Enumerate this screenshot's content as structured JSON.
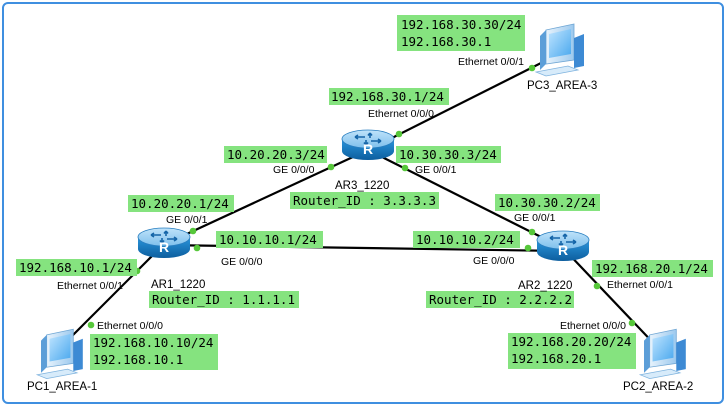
{
  "devices": {
    "pc3": "PC3_AREA-3",
    "ar3": "AR3_1220",
    "ar1": "AR1_1220",
    "ar2": "AR2_1220",
    "pc1": "PC1_AREA-1",
    "pc2": "PC2_AREA-2"
  },
  "router_ids": {
    "ar3": "Router_ID : 3.3.3.3",
    "ar1": "Router_ID : 1.1.1.1",
    "ar2": "Router_ID : 2.2.2.2"
  },
  "addresses": {
    "pc3_ip": "192.168.30.30/24",
    "pc3_gw": "192.168.30.1",
    "ar3_e000": "192.168.30.1/24",
    "ar3_ge000": "10.20.20.3/24",
    "ar3_ge001": "10.30.30.3/24",
    "ar1_ge001": "10.20.20.1/24",
    "ar1_ge000": "10.10.10.1/24",
    "ar2_ge000": "10.10.10.2/24",
    "ar2_ge001": "10.30.30.2/24",
    "ar1_e001": "192.168.10.1/24",
    "ar2_e001": "192.168.20.1/24",
    "pc1_ip": "192.168.10.10/24",
    "pc1_gw": "192.168.10.1",
    "pc2_ip": "192.168.20.20/24",
    "pc2_gw": "192.168.20.1"
  },
  "ports": {
    "pc3_eth": "Ethernet 0/0/1",
    "ar3_eth": "Ethernet 0/0/0",
    "ar3_ge000": "GE 0/0/0",
    "ar3_ge001": "GE 0/0/1",
    "ar1_ge001": "GE 0/0/1",
    "ar1_ge000": "GE 0/0/0",
    "ar2_ge000": "GE 0/0/0",
    "ar2_ge001": "GE 0/0/1",
    "ar1_eth": "Ethernet 0/0/1",
    "ar2_eth": "Ethernet 0/0/1",
    "pc1_eth": "Ethernet 0/0/0",
    "pc2_eth": "Ethernet 0/0/0"
  },
  "colors": {
    "label_bg": "#85e37f",
    "port_dot": "#56c73a",
    "frame": "#3f8fe0",
    "router_body": "#1f87d0"
  }
}
